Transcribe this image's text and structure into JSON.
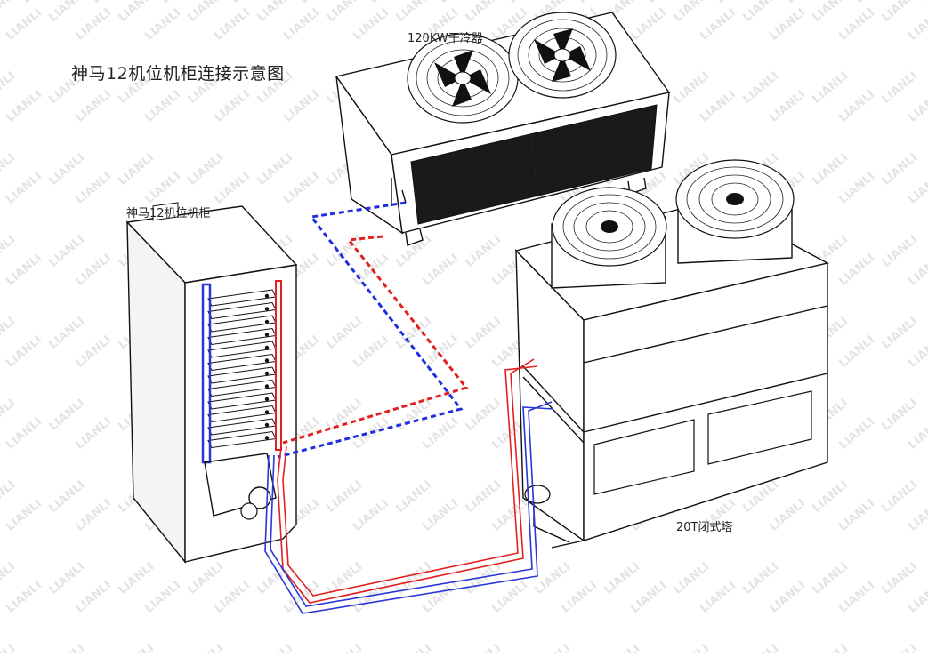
{
  "diagram": {
    "title": "神马12机位机柜连接示意图",
    "labels": {
      "cabinet": "神马12机位机柜",
      "dry_cooler": "120KW干冷器",
      "closed_tower": "20T闭式塔"
    },
    "watermark_text": "LIANLI",
    "colors": {
      "hot_line": "#e41f1f",
      "cold_line": "#1f2fe0"
    }
  }
}
